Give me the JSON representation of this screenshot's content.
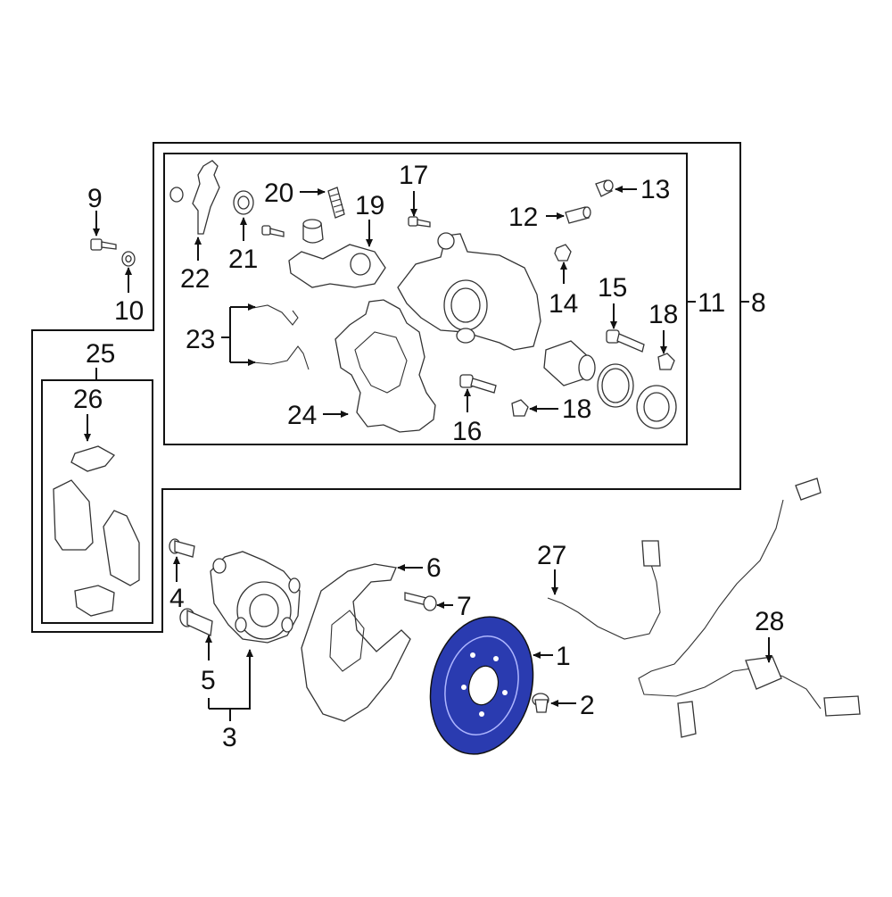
{
  "highlight_color": "#2a3bb0",
  "labels": {
    "n1": "1",
    "n2": "2",
    "n3": "3",
    "n4": "4",
    "n5": "5",
    "n6": "6",
    "n7": "7",
    "n8": "8",
    "n9": "9",
    "n10": "10",
    "n11": "11",
    "n12": "12",
    "n13": "13",
    "n14": "14",
    "n15": "15",
    "n16": "16",
    "n17": "17",
    "n18a": "18",
    "n18b": "18",
    "n19": "19",
    "n20": "20",
    "n21": "21",
    "n22": "22",
    "n23": "23",
    "n24": "24",
    "n25": "25",
    "n26": "26",
    "n27": "27",
    "n28": "28"
  }
}
